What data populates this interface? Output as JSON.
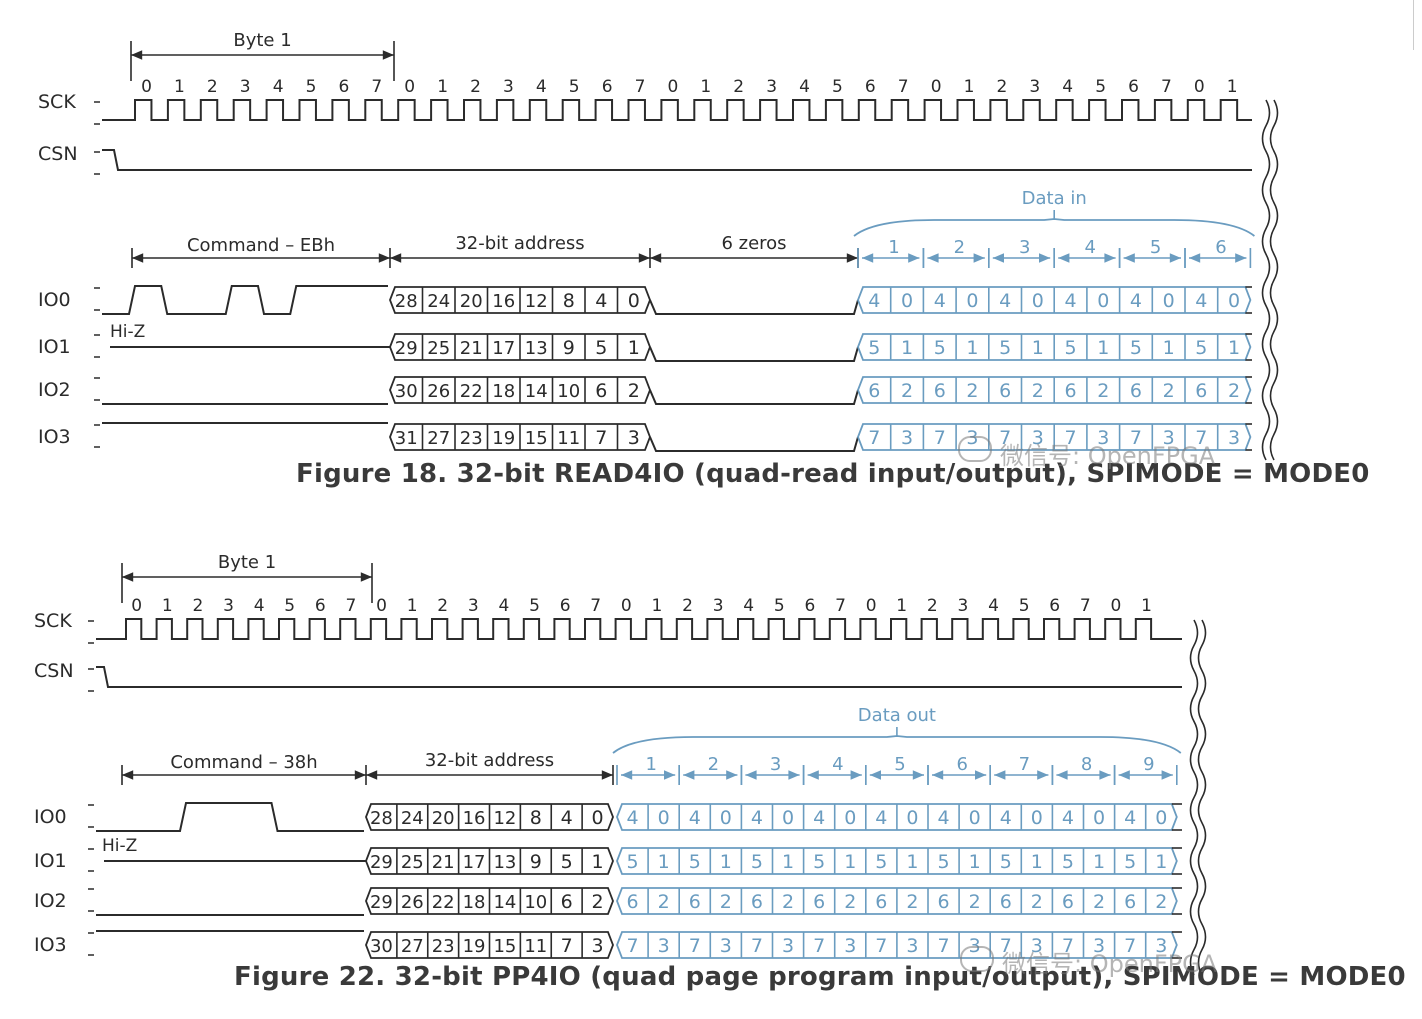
{
  "figures": [
    {
      "caption": "Figure 18. 32-bit READ4IO (quad-read input/output), SPIMODE = MODE0",
      "byte_label": "Byte 1",
      "signals": [
        "SCK",
        "CSN",
        "IO0",
        "IO1",
        "IO2",
        "IO3"
      ],
      "hiz_label": "Hi-Z",
      "sck_counts": [
        "0",
        "1",
        "2",
        "3",
        "4",
        "5",
        "6",
        "7",
        "0",
        "1",
        "2",
        "3",
        "4",
        "5",
        "6",
        "7",
        "0",
        "1",
        "2",
        "3",
        "4",
        "5",
        "6",
        "7",
        "0",
        "1",
        "2",
        "3",
        "4",
        "5",
        "6",
        "7",
        "0",
        "1"
      ],
      "phases": {
        "command": "Command – EBh",
        "address": "32-bit address",
        "dummy": "6 zeros"
      },
      "data_label": "Data in",
      "data_group_labels": [
        "1",
        "2",
        "3",
        "4",
        "5",
        "6"
      ],
      "command_bits": [
        1,
        0,
        0,
        1,
        0,
        1,
        1,
        1
      ],
      "address_cells": {
        "IO0": [
          "28",
          "24",
          "20",
          "16",
          "12",
          "8",
          "4",
          "0"
        ],
        "IO1": [
          "29",
          "25",
          "21",
          "17",
          "13",
          "9",
          "5",
          "1"
        ],
        "IO2": [
          "30",
          "26",
          "22",
          "18",
          "14",
          "10",
          "6",
          "2"
        ],
        "IO3": [
          "31",
          "27",
          "23",
          "19",
          "15",
          "11",
          "7",
          "3"
        ]
      },
      "data_cells": {
        "IO0": [
          "4",
          "0",
          "4",
          "0",
          "4",
          "0",
          "4",
          "0",
          "4",
          "0",
          "4",
          "0"
        ],
        "IO1": [
          "5",
          "1",
          "5",
          "1",
          "5",
          "1",
          "5",
          "1",
          "5",
          "1",
          "5",
          "1"
        ],
        "IO2": [
          "6",
          "2",
          "6",
          "2",
          "6",
          "2",
          "6",
          "2",
          "6",
          "2",
          "6",
          "2"
        ],
        "IO3": [
          "7",
          "3",
          "7",
          "3",
          "7",
          "3",
          "7",
          "3",
          "7",
          "3",
          "7",
          "3"
        ]
      }
    },
    {
      "caption": "Figure 22. 32-bit PP4IO (quad page program input/output), SPIMODE = MODE0",
      "byte_label": "Byte 1",
      "signals": [
        "SCK",
        "CSN",
        "IO0",
        "IO1",
        "IO2",
        "IO3"
      ],
      "hiz_label": "Hi-Z",
      "sck_counts": [
        "0",
        "1",
        "2",
        "3",
        "4",
        "5",
        "6",
        "7",
        "0",
        "1",
        "2",
        "3",
        "4",
        "5",
        "6",
        "7",
        "0",
        "1",
        "2",
        "3",
        "4",
        "5",
        "6",
        "7",
        "0",
        "1",
        "2",
        "3",
        "4",
        "5",
        "6",
        "7",
        "0",
        "1"
      ],
      "phases": {
        "command": "Command – 38h",
        "address": "32-bit address"
      },
      "data_label": "Data out",
      "data_group_labels": [
        "1",
        "2",
        "3",
        "4",
        "5",
        "6",
        "7",
        "8",
        "9"
      ],
      "command_bits": [
        0,
        0,
        1,
        1,
        1,
        0,
        0,
        0
      ],
      "address_cells": {
        "IO0": [
          "28",
          "24",
          "20",
          "16",
          "12",
          "8",
          "4",
          "0"
        ],
        "IO1": [
          "29",
          "25",
          "21",
          "17",
          "13",
          "9",
          "5",
          "1"
        ],
        "IO2": [
          "29",
          "26",
          "22",
          "18",
          "14",
          "10",
          "6",
          "2"
        ],
        "IO3": [
          "30",
          "27",
          "23",
          "19",
          "15",
          "11",
          "7",
          "3"
        ]
      },
      "data_cells": {
        "IO0": [
          "4",
          "0",
          "4",
          "0",
          "4",
          "0",
          "4",
          "0",
          "4",
          "0",
          "4",
          "0",
          "4",
          "0",
          "4",
          "0",
          "4",
          "0"
        ],
        "IO1": [
          "5",
          "1",
          "5",
          "1",
          "5",
          "1",
          "5",
          "1",
          "5",
          "1",
          "5",
          "1",
          "5",
          "1",
          "5",
          "1",
          "5",
          "1"
        ],
        "IO2": [
          "6",
          "2",
          "6",
          "2",
          "6",
          "2",
          "6",
          "2",
          "6",
          "2",
          "6",
          "2",
          "6",
          "2",
          "6",
          "2",
          "6",
          "2"
        ],
        "IO3": [
          "7",
          "3",
          "7",
          "3",
          "7",
          "3",
          "7",
          "3",
          "7",
          "3",
          "7",
          "3",
          "7",
          "3",
          "7",
          "3",
          "7",
          "3"
        ]
      }
    }
  ],
  "watermark": {
    "text": "微信号: OpenFPGA",
    "icon": "wechat-icon"
  },
  "colors": {
    "line": "#2b2b2b",
    "data": "#6a9cc0",
    "caption": "#3a3a3a"
  }
}
